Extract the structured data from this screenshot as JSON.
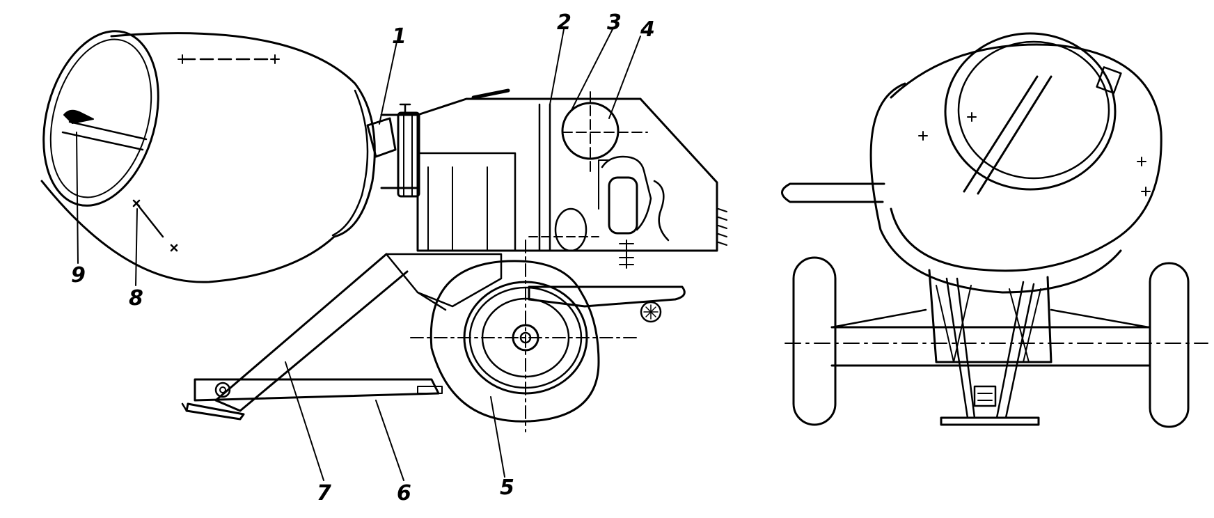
{
  "figure": {
    "callouts": [
      "1",
      "2",
      "3",
      "4",
      "5",
      "6",
      "7",
      "8",
      "9"
    ]
  },
  "colors": {
    "ink": "#000000",
    "paper": "#ffffff"
  }
}
